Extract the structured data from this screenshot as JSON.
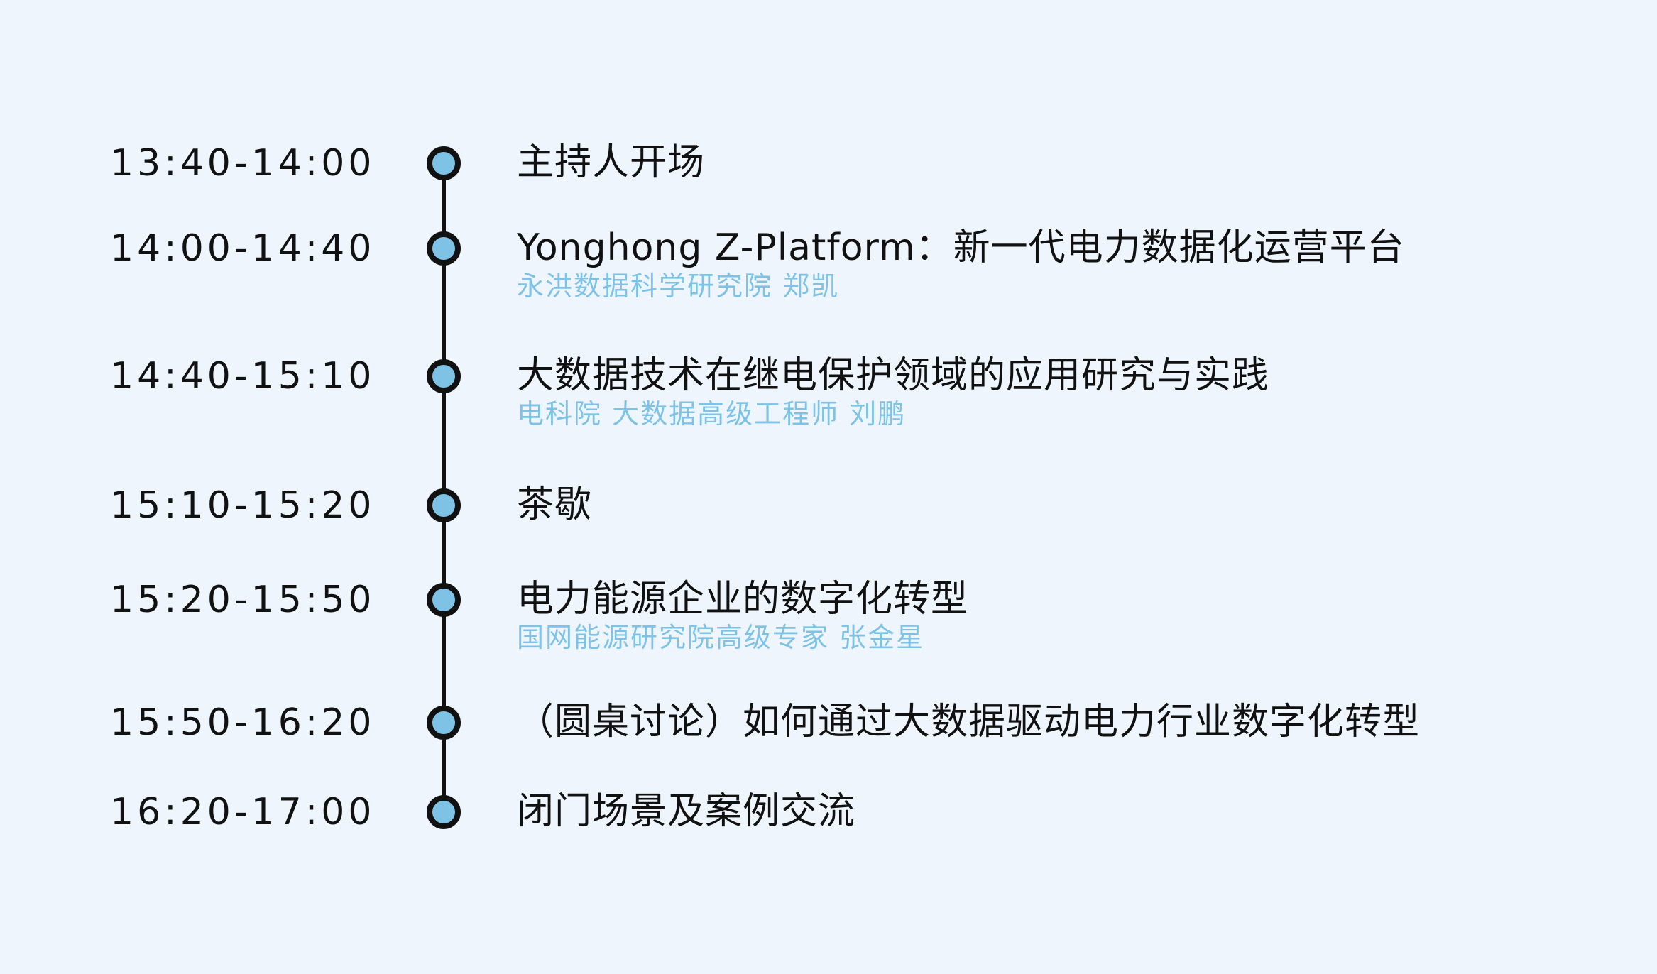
{
  "colors": {
    "background": "#eef5fd",
    "text": "#111111",
    "accent": "#7ec3e6"
  },
  "agenda": [
    {
      "time": "13:40-14:00",
      "title": "主持人开场",
      "speaker": ""
    },
    {
      "time": "14:00-14:40",
      "title": "Yonghong Z-Platform：新一代电力数据化运营平台",
      "speaker": "永洪数据科学研究院  郑凯"
    },
    {
      "time": "14:40-15:10",
      "title": "大数据技术在继电保护领域的应用研究与实践",
      "speaker": "电科院  大数据高级工程师  刘鹏"
    },
    {
      "time": "15:10-15:20",
      "title": "茶歇",
      "speaker": ""
    },
    {
      "time": "15:20-15:50",
      "title": "电力能源企业的数字化转型",
      "speaker": "国网能源研究院高级专家  张金星"
    },
    {
      "time": "15:50-16:20",
      "title": "（圆桌讨论）如何通过大数据驱动电力行业数字化转型",
      "speaker": ""
    },
    {
      "time": "16:20-17:00",
      "title": "闭门场景及案例交流",
      "speaker": ""
    }
  ]
}
